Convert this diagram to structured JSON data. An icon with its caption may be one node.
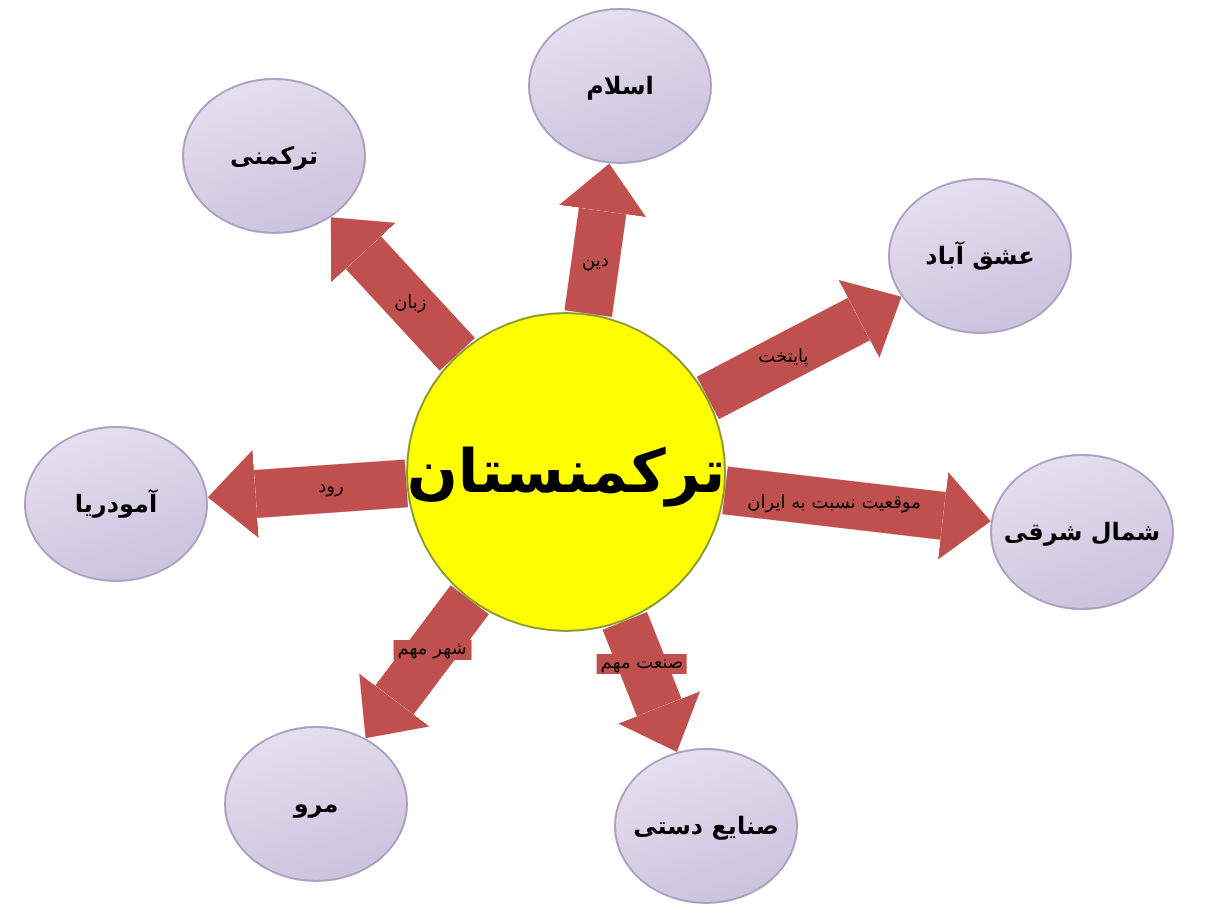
{
  "diagram": {
    "nodes": [
      {
        "text": [
          "ترکمنستان"
        ]
      },
      {
        "text": [
          "ترکمنی"
        ]
      },
      {
        "text": [
          "اسلام"
        ]
      },
      {
        "text": [
          "عشق آباد"
        ]
      },
      {
        "text": [
          "شمال شرقی"
        ]
      },
      {
        "text": [
          "صنایع دستی"
        ]
      },
      {
        "text": [
          "مرو"
        ]
      },
      {
        "text": [
          "آمودریا"
        ]
      }
    ],
    "edges": [
      {
        "from": 0,
        "to": 1,
        "arrow": "to",
        "label": "زبان"
      },
      {
        "from": 0,
        "to": 2,
        "arrow": "to",
        "label": "دین"
      },
      {
        "from": 0,
        "to": 3,
        "arrow": "to",
        "label": "پایتخت"
      },
      {
        "from": 0,
        "to": 4,
        "arrow": "to",
        "label": "موقعیت نسبت به ایران"
      },
      {
        "from": 0,
        "to": 5,
        "arrow": "to",
        "label": "صنعت مهم"
      },
      {
        "from": 0,
        "to": 6,
        "arrow": "to",
        "label": "شهر مهم"
      },
      {
        "from": 0,
        "to": 7,
        "arrow": "to",
        "label": "رود"
      }
    ]
  }
}
